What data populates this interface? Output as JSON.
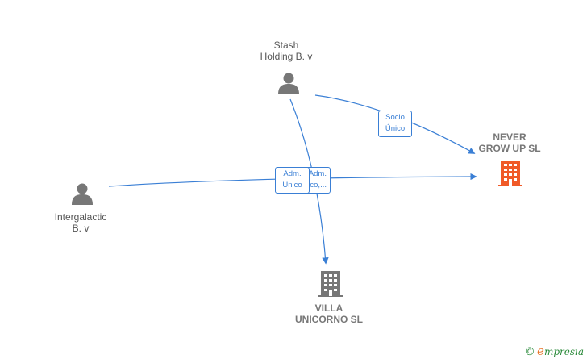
{
  "nodes": {
    "stash": {
      "label": "Stash\nHolding B. v",
      "kind": "person"
    },
    "intergalactic": {
      "label": "Intergalactic\nB. v",
      "kind": "person"
    },
    "never_grow_up": {
      "label": "NEVER\nGROW UP  SL",
      "kind": "company",
      "color": "#f05a28"
    },
    "villa_unicorno": {
      "label": "VILLA\nUNICORNO  SL",
      "kind": "company",
      "color": "#777777"
    }
  },
  "edges": {
    "stash_to_never": {
      "label": "Socio\nÚnico"
    },
    "intergalactic_to_never_back": {
      "label": "Adm.\nUnico,..."
    },
    "intergalactic_to_never_front": {
      "label": "Adm.\nUnico"
    }
  },
  "colors": {
    "edge": "#3a7fd5",
    "person": "#777777",
    "highlight_company": "#f05a28",
    "company": "#777777"
  },
  "watermark": {
    "copyright": "©",
    "brand_initial": "e",
    "brand_rest": "mpresia"
  }
}
